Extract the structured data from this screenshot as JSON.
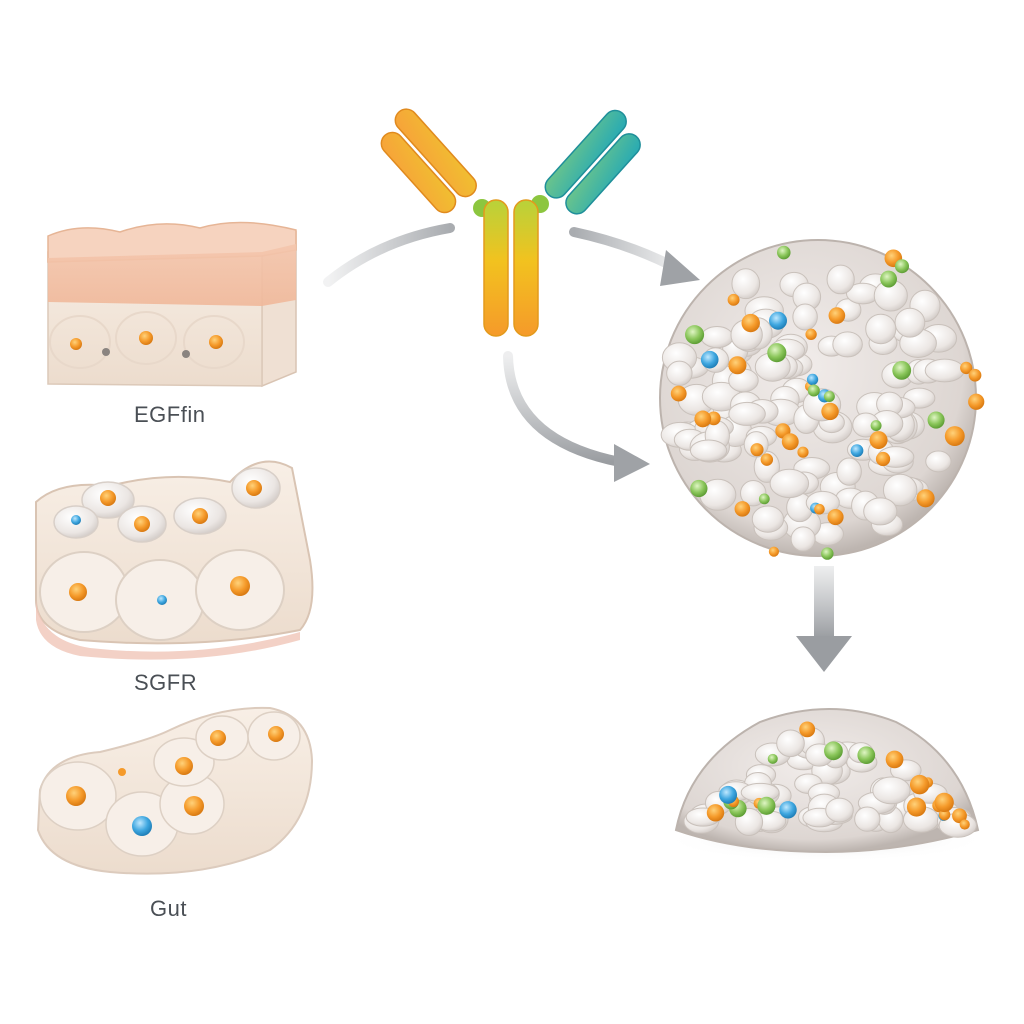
{
  "labels": {
    "tissue_top": "EGFfin",
    "tissue_middle": "SGFR",
    "tissue_bottom": "Gut"
  },
  "colors": {
    "background": "#ffffff",
    "arrow": "#a9acb0",
    "antibody_left_arm": "#f59a2a",
    "antibody_right_arm": "#2fb6a8",
    "antibody_stem": "#f2b51f",
    "tissue_base": "#f3e7dc",
    "tissue_top_layer": "#f2c1a5",
    "tumor_cells": "#e9e4e1",
    "dot_orange": "#f5a02a",
    "dot_blue": "#3fa7e0",
    "dot_green": "#8ac65a"
  }
}
